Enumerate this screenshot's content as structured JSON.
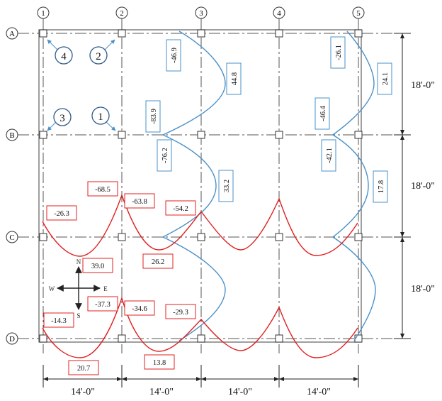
{
  "grid": {
    "columns": [
      "1",
      "2",
      "3",
      "4",
      "5"
    ],
    "rows": [
      "A",
      "B",
      "C",
      "D"
    ],
    "bay_widths": [
      "14'-0\"",
      "14'-0\"",
      "14'-0\"",
      "14'-0\""
    ],
    "bay_heights": [
      "18'-0\"",
      "18'-0\"",
      "18'-0\""
    ]
  },
  "column_markers": [
    "4",
    "2",
    "3",
    "1"
  ],
  "compass": {
    "north": "N",
    "south": "S",
    "east": "E",
    "west": "W"
  },
  "moments_ns": {
    "color": "#4a90c8",
    "labels": [
      "-46.9",
      "44.8",
      "-83.9",
      "-76.2",
      "33.2",
      "-26.1",
      "24.1",
      "-46.4",
      "-42.1",
      "17.8"
    ]
  },
  "moments_ew": {
    "color": "#e02020",
    "labels": [
      "-68.5",
      "-26.3",
      "-63.8",
      "-54.2",
      "39.0",
      "26.2",
      "-37.3",
      "-34.6",
      "-14.3",
      "-29.3",
      "20.7",
      "13.8"
    ]
  }
}
